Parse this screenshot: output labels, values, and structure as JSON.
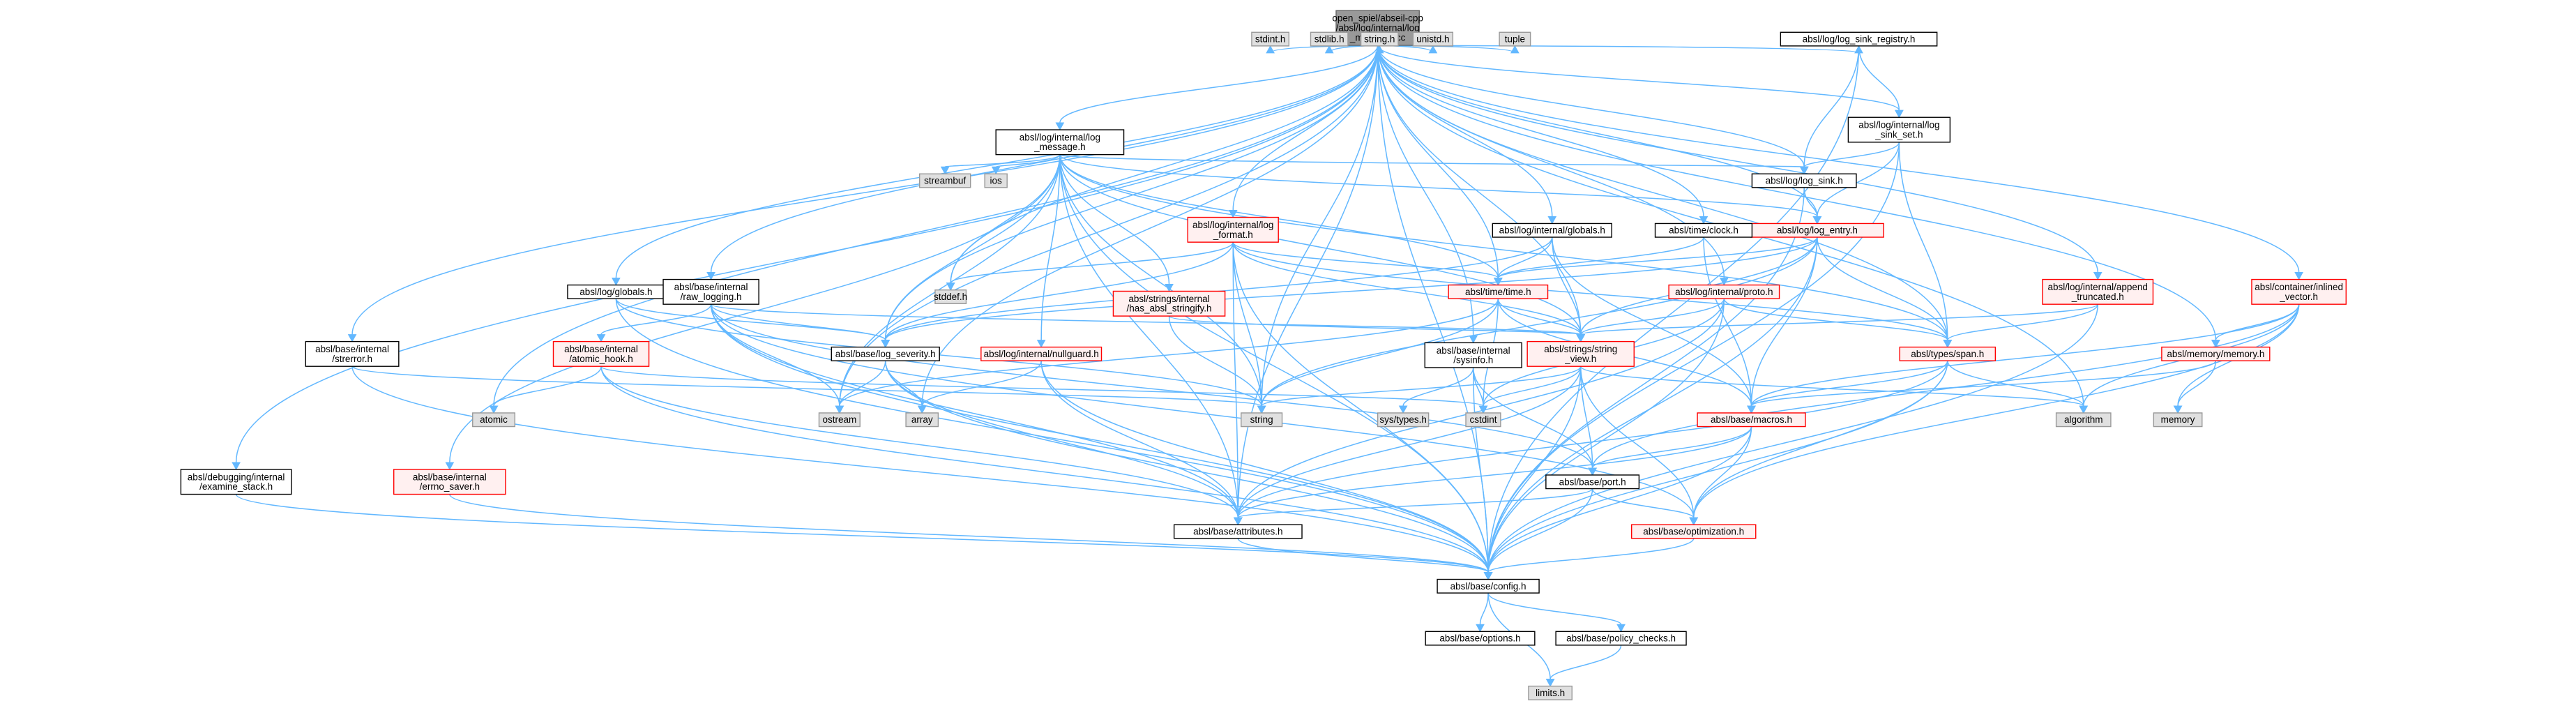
{
  "graph": {
    "root": "n0",
    "nodes": [
      {
        "id": "n0",
        "lines": [
          "open_spiel/abseil-cpp",
          "/absl/log/internal/log",
          "_message.cc"
        ],
        "kind": "root"
      },
      {
        "id": "n1",
        "lines": [
          "stdint.h"
        ],
        "kind": "sys"
      },
      {
        "id": "n2",
        "lines": [
          "stdlib.h"
        ],
        "kind": "sys"
      },
      {
        "id": "n3",
        "lines": [
          "string.h"
        ],
        "kind": "sys"
      },
      {
        "id": "n4",
        "lines": [
          "unistd.h"
        ],
        "kind": "sys"
      },
      {
        "id": "n5",
        "lines": [
          "tuple"
        ],
        "kind": "sys"
      },
      {
        "id": "n6",
        "lines": [
          "absl/log/log_sink_registry.h"
        ],
        "kind": "normal"
      },
      {
        "id": "n7",
        "lines": [
          "absl/log/internal/log",
          "_message.h"
        ],
        "kind": "normal"
      },
      {
        "id": "n8",
        "lines": [
          "absl/log/internal/log",
          "_sink_set.h"
        ],
        "kind": "normal"
      },
      {
        "id": "n9",
        "lines": [
          "streambuf"
        ],
        "kind": "sys"
      },
      {
        "id": "n10",
        "lines": [
          "ios"
        ],
        "kind": "sys"
      },
      {
        "id": "n11",
        "lines": [
          "absl/log/log_sink.h"
        ],
        "kind": "normal"
      },
      {
        "id": "n12",
        "lines": [
          "absl/log/log_entry.h"
        ],
        "kind": "red"
      },
      {
        "id": "n13",
        "lines": [
          "absl/log/internal/log",
          "_format.h"
        ],
        "kind": "red"
      },
      {
        "id": "n14",
        "lines": [
          "absl/log/internal/globals.h"
        ],
        "kind": "normal"
      },
      {
        "id": "n15",
        "lines": [
          "absl/time/clock.h"
        ],
        "kind": "normal"
      },
      {
        "id": "n16",
        "lines": [
          "absl/log/globals.h"
        ],
        "kind": "normal"
      },
      {
        "id": "n17",
        "lines": [
          "absl/base/internal",
          "/raw_logging.h"
        ],
        "kind": "normal"
      },
      {
        "id": "n18",
        "lines": [
          "stddef.h"
        ],
        "kind": "sys"
      },
      {
        "id": "n19",
        "lines": [
          "absl/strings/internal",
          "/has_absl_stringify.h"
        ],
        "kind": "red"
      },
      {
        "id": "n20",
        "lines": [
          "absl/time/time.h"
        ],
        "kind": "red"
      },
      {
        "id": "n21",
        "lines": [
          "absl/log/internal/proto.h"
        ],
        "kind": "red"
      },
      {
        "id": "n22",
        "lines": [
          "absl/log/internal/append",
          "_truncated.h"
        ],
        "kind": "red"
      },
      {
        "id": "n23",
        "lines": [
          "absl/container/inlined",
          "_vector.h"
        ],
        "kind": "red"
      },
      {
        "id": "n24",
        "lines": [
          "absl/base/internal",
          "/strerror.h"
        ],
        "kind": "normal"
      },
      {
        "id": "n25",
        "lines": [
          "absl/base/internal",
          "/atomic_hook.h"
        ],
        "kind": "red"
      },
      {
        "id": "n26",
        "lines": [
          "absl/base/log_severity.h"
        ],
        "kind": "normal"
      },
      {
        "id": "n27",
        "lines": [
          "absl/log/internal/nullguard.h"
        ],
        "kind": "red"
      },
      {
        "id": "n28",
        "lines": [
          "absl/strings/string",
          "_view.h"
        ],
        "kind": "red"
      },
      {
        "id": "n29",
        "lines": [
          "absl/types/span.h"
        ],
        "kind": "red"
      },
      {
        "id": "n30",
        "lines": [
          "absl/memory/memory.h"
        ],
        "kind": "red"
      },
      {
        "id": "n31",
        "lines": [
          "absl/base/internal",
          "/sysinfo.h"
        ],
        "kind": "normal"
      },
      {
        "id": "n32",
        "lines": [
          "atomic"
        ],
        "kind": "sys"
      },
      {
        "id": "n33",
        "lines": [
          "ostream"
        ],
        "kind": "sys"
      },
      {
        "id": "n34",
        "lines": [
          "array"
        ],
        "kind": "sys"
      },
      {
        "id": "n35",
        "lines": [
          "string"
        ],
        "kind": "sys"
      },
      {
        "id": "n36",
        "lines": [
          "sys/types.h"
        ],
        "kind": "sys"
      },
      {
        "id": "n37",
        "lines": [
          "cstdint"
        ],
        "kind": "sys"
      },
      {
        "id": "n38",
        "lines": [
          "absl/base/macros.h"
        ],
        "kind": "red"
      },
      {
        "id": "n39",
        "lines": [
          "algorithm"
        ],
        "kind": "sys"
      },
      {
        "id": "n40",
        "lines": [
          "memory"
        ],
        "kind": "sys"
      },
      {
        "id": "n41",
        "lines": [
          "absl/debugging/internal",
          "/examine_stack.h"
        ],
        "kind": "normal"
      },
      {
        "id": "n42",
        "lines": [
          "absl/base/internal",
          "/errno_saver.h"
        ],
        "kind": "red"
      },
      {
        "id": "n43",
        "lines": [
          "absl/base/port.h"
        ],
        "kind": "normal"
      },
      {
        "id": "n44",
        "lines": [
          "absl/base/attributes.h"
        ],
        "kind": "normal"
      },
      {
        "id": "n45",
        "lines": [
          "absl/base/optimization.h"
        ],
        "kind": "red"
      },
      {
        "id": "n46",
        "lines": [
          "absl/base/config.h"
        ],
        "kind": "normal"
      },
      {
        "id": "n47",
        "lines": [
          "absl/base/options.h"
        ],
        "kind": "normal"
      },
      {
        "id": "n48",
        "lines": [
          "absl/base/policy_checks.h"
        ],
        "kind": "normal"
      },
      {
        "id": "n49",
        "lines": [
          "limits.h"
        ],
        "kind": "sys"
      }
    ],
    "edges": [
      [
        "n0",
        "n1"
      ],
      [
        "n0",
        "n2"
      ],
      [
        "n0",
        "n3"
      ],
      [
        "n0",
        "n4"
      ],
      [
        "n0",
        "n5"
      ],
      [
        "n0",
        "n6"
      ],
      [
        "n0",
        "n7"
      ],
      [
        "n0",
        "n8"
      ],
      [
        "n0",
        "n11"
      ],
      [
        "n0",
        "n12"
      ],
      [
        "n0",
        "n13"
      ],
      [
        "n0",
        "n14"
      ],
      [
        "n0",
        "n15"
      ],
      [
        "n0",
        "n16"
      ],
      [
        "n0",
        "n17"
      ],
      [
        "n0",
        "n18"
      ],
      [
        "n0",
        "n20"
      ],
      [
        "n0",
        "n21"
      ],
      [
        "n0",
        "n22"
      ],
      [
        "n0",
        "n23"
      ],
      [
        "n0",
        "n24"
      ],
      [
        "n0",
        "n26"
      ],
      [
        "n0",
        "n28"
      ],
      [
        "n0",
        "n29"
      ],
      [
        "n0",
        "n30"
      ],
      [
        "n0",
        "n31"
      ],
      [
        "n0",
        "n32"
      ],
      [
        "n0",
        "n33"
      ],
      [
        "n0",
        "n34"
      ],
      [
        "n0",
        "n35"
      ],
      [
        "n0",
        "n39"
      ],
      [
        "n0",
        "n41"
      ],
      [
        "n0",
        "n44"
      ],
      [
        "n0",
        "n46"
      ],
      [
        "n6",
        "n8"
      ],
      [
        "n6",
        "n11"
      ],
      [
        "n6",
        "n46"
      ],
      [
        "n8",
        "n11"
      ],
      [
        "n8",
        "n12"
      ],
      [
        "n8",
        "n29"
      ],
      [
        "n8",
        "n46"
      ],
      [
        "n11",
        "n12"
      ],
      [
        "n11",
        "n46"
      ],
      [
        "n7",
        "n9"
      ],
      [
        "n7",
        "n10"
      ],
      [
        "n7",
        "n11"
      ],
      [
        "n7",
        "n12"
      ],
      [
        "n7",
        "n18"
      ],
      [
        "n7",
        "n19"
      ],
      [
        "n7",
        "n20"
      ],
      [
        "n7",
        "n26"
      ],
      [
        "n7",
        "n27"
      ],
      [
        "n7",
        "n28"
      ],
      [
        "n7",
        "n29"
      ],
      [
        "n7",
        "n33"
      ],
      [
        "n7",
        "n35"
      ],
      [
        "n7",
        "n42"
      ],
      [
        "n7",
        "n44"
      ],
      [
        "n7",
        "n46"
      ],
      [
        "n12",
        "n20"
      ],
      [
        "n12",
        "n26"
      ],
      [
        "n12",
        "n28"
      ],
      [
        "n12",
        "n29"
      ],
      [
        "n12",
        "n35"
      ],
      [
        "n12",
        "n46"
      ],
      [
        "n12",
        "n38"
      ],
      [
        "n13",
        "n18"
      ],
      [
        "n13",
        "n20"
      ],
      [
        "n13",
        "n26"
      ],
      [
        "n13",
        "n28"
      ],
      [
        "n13",
        "n29"
      ],
      [
        "n13",
        "n35"
      ],
      [
        "n13",
        "n44"
      ],
      [
        "n13",
        "n46"
      ],
      [
        "n14",
        "n20"
      ],
      [
        "n14",
        "n26"
      ],
      [
        "n14",
        "n28"
      ],
      [
        "n14",
        "n38"
      ],
      [
        "n15",
        "n20"
      ],
      [
        "n15",
        "n38"
      ],
      [
        "n16",
        "n26"
      ],
      [
        "n16",
        "n35"
      ],
      [
        "n16",
        "n46"
      ],
      [
        "n17",
        "n25"
      ],
      [
        "n17",
        "n26"
      ],
      [
        "n17",
        "n28"
      ],
      [
        "n17",
        "n43"
      ],
      [
        "n17",
        "n44"
      ],
      [
        "n17",
        "n45"
      ],
      [
        "n17",
        "n46"
      ],
      [
        "n17",
        "n33"
      ],
      [
        "n19",
        "n28"
      ],
      [
        "n19",
        "n35"
      ],
      [
        "n20",
        "n28"
      ],
      [
        "n20",
        "n35"
      ],
      [
        "n20",
        "n37"
      ],
      [
        "n20",
        "n38"
      ],
      [
        "n20",
        "n33"
      ],
      [
        "n21",
        "n28"
      ],
      [
        "n21",
        "n29"
      ],
      [
        "n21",
        "n37"
      ],
      [
        "n21",
        "n44"
      ],
      [
        "n21",
        "n46"
      ],
      [
        "n22",
        "n28"
      ],
      [
        "n22",
        "n29"
      ],
      [
        "n22",
        "n46"
      ],
      [
        "n23",
        "n30"
      ],
      [
        "n23",
        "n39"
      ],
      [
        "n23",
        "n40"
      ],
      [
        "n23",
        "n38"
      ],
      [
        "n23",
        "n45"
      ],
      [
        "n23",
        "n43"
      ],
      [
        "n24",
        "n35"
      ],
      [
        "n24",
        "n46"
      ],
      [
        "n25",
        "n32"
      ],
      [
        "n25",
        "n37"
      ],
      [
        "n25",
        "n44"
      ],
      [
        "n25",
        "n46"
      ],
      [
        "n26",
        "n34"
      ],
      [
        "n26",
        "n33"
      ],
      [
        "n26",
        "n44"
      ],
      [
        "n26",
        "n46"
      ],
      [
        "n27",
        "n34"
      ],
      [
        "n27",
        "n44"
      ],
      [
        "n27",
        "n46"
      ],
      [
        "n28",
        "n35"
      ],
      [
        "n28",
        "n37"
      ],
      [
        "n28",
        "n39"
      ],
      [
        "n28",
        "n43"
      ],
      [
        "n28",
        "n44"
      ],
      [
        "n28",
        "n45"
      ],
      [
        "n28",
        "n46"
      ],
      [
        "n29",
        "n38"
      ],
      [
        "n29",
        "n39"
      ],
      [
        "n29",
        "n44"
      ],
      [
        "n29",
        "n45"
      ],
      [
        "n29",
        "n46"
      ],
      [
        "n30",
        "n40"
      ],
      [
        "n30",
        "n38"
      ],
      [
        "n31",
        "n36"
      ],
      [
        "n31",
        "n37"
      ],
      [
        "n31",
        "n43"
      ],
      [
        "n31",
        "n46"
      ],
      [
        "n38",
        "n43"
      ],
      [
        "n38",
        "n44"
      ],
      [
        "n38",
        "n45"
      ],
      [
        "n38",
        "n46"
      ],
      [
        "n41",
        "n46"
      ],
      [
        "n42",
        "n46"
      ],
      [
        "n43",
        "n44"
      ],
      [
        "n43",
        "n45"
      ],
      [
        "n43",
        "n46"
      ],
      [
        "n44",
        "n46"
      ],
      [
        "n45",
        "n46"
      ],
      [
        "n46",
        "n47"
      ],
      [
        "n46",
        "n48"
      ],
      [
        "n46",
        "n49"
      ],
      [
        "n48",
        "n49"
      ]
    ]
  },
  "colors": {
    "edge": "#63b8ff",
    "root_fill": "#999999",
    "sys_fill": "#e0e0e0",
    "red_border": "#ff0000",
    "red_fill": "#fff0f0"
  }
}
